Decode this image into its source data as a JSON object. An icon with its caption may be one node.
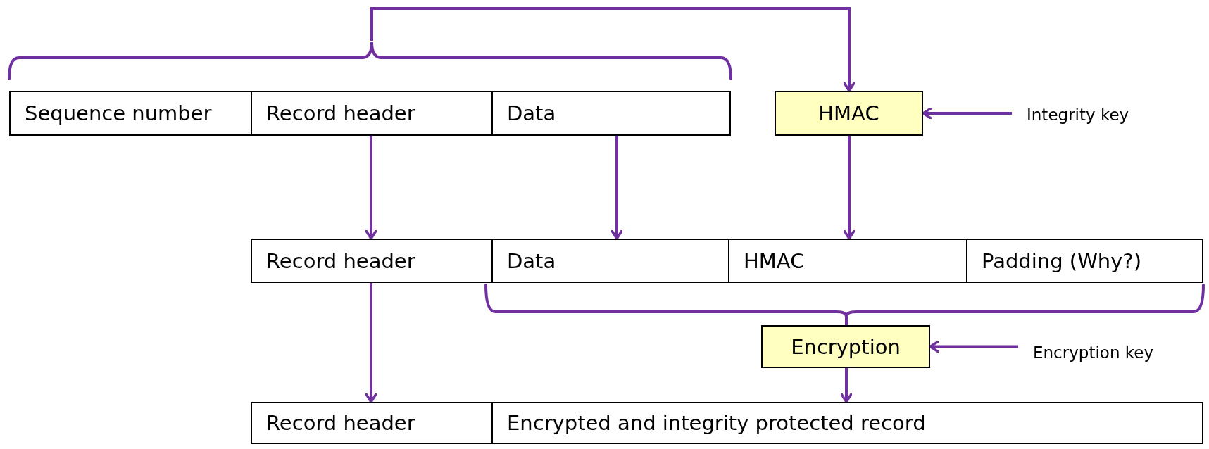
{
  "diagram": {
    "nodes": [
      {
        "text": [],
        "shape": "brace"
      },
      {
        "text": [
          "Sequence number"
        ]
      },
      {
        "text": [
          "Record header"
        ]
      },
      {
        "text": [
          "Data"
        ]
      },
      {
        "text": [
          "HMAC"
        ]
      },
      {
        "text": [
          "Integrity key"
        ]
      },
      {
        "text": [
          "Record header"
        ]
      },
      {
        "text": [
          "Data"
        ]
      },
      {
        "text": [
          "HMAC"
        ]
      },
      {
        "text": [
          "Padding (Why?)"
        ]
      },
      {
        "text": [],
        "shape": "brace"
      },
      {
        "text": [
          "Encryption"
        ]
      },
      {
        "text": [
          "Encryption key"
        ]
      },
      {
        "text": [
          "Record header"
        ]
      },
      {
        "text": [
          "Encrypted and integrity protected record"
        ]
      }
    ],
    "edges": [
      {
        "from": 0,
        "to": 4,
        "arrow": "to"
      },
      {
        "from": 5,
        "to": 4,
        "arrow": "to"
      },
      {
        "from": 2,
        "to": 6,
        "arrow": "to"
      },
      {
        "from": 3,
        "to": 7,
        "arrow": "to"
      },
      {
        "from": 4,
        "to": 8,
        "arrow": "to"
      },
      {
        "from": 10,
        "to": 11,
        "arrow": "none"
      },
      {
        "from": 12,
        "to": 11,
        "arrow": "to"
      },
      {
        "from": 6,
        "to": 13,
        "arrow": "to"
      },
      {
        "from": 11,
        "to": 14,
        "arrow": "to"
      }
    ]
  }
}
